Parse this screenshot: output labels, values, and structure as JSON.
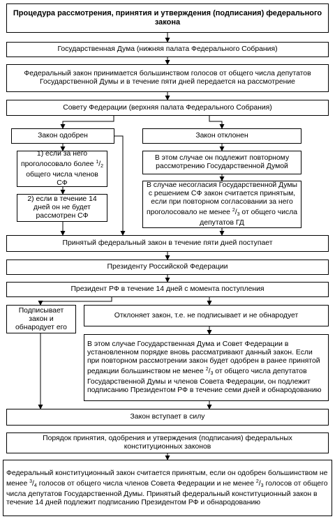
{
  "diagram": {
    "title": "Процедура рассмотрения, принятия и утверждения (подписания) федерального закона",
    "duma": "Государственная Дума (нижняя палата Федерального Собрания)",
    "duma_vote": "Федеральный закон принимается большинством голосов от общего числа депутатов Государственной Думы и в течение пяти дней передается на рассмотрение",
    "federation_council": "Совету Федерации (верхняя палата Федерального Собрания)",
    "approved": "Закон одобрен",
    "rejected": "Закон отклонен",
    "approved_cond1": {
      "a": "1) если за него проголосовало более ",
      "num": "1",
      "den": "2",
      "b": " общего числа членов СФ"
    },
    "approved_cond2": "2) если в течение 14 дней он не будет рассмотрен СФ",
    "rejected_repeat": "В этом случае он подлежит повторному рассмотрению Государственной Думой",
    "rejected_override": {
      "a": "В случае несогласия Государственной Думы с решением СФ закон считается принятым, если при повторном согласовании за него проголосовало не менее ",
      "num": "2",
      "den": "3",
      "b": " от общего числа депутатов ГД"
    },
    "adopted_sent": "Принятый федеральный закон в течение пяти дней поступает",
    "president": "Президенту Российской Федерации",
    "president_14": "Президент РФ в течение 14 дней с момента поступления",
    "signs": "Подписывает закон и обнародует его",
    "vetoes": "Отклоняет закон, т.е. не подписывает и не обнародует",
    "veto_override": {
      "a": "В этом случае Государственная Дума и Совет Федерации в установленном порядке вновь рассматривают данный закон. Если при повторном рассмотрении закон будет одобрен в ранее принятой редакции большинством не менее ",
      "num": "2",
      "den": "3",
      "b": " от общего числа депутатов Государственной Думы и членов Совета Федерации, он подлежит подписанию Президентом РФ в течение семи дней и обнародованию"
    },
    "in_force": "Закон вступает в силу",
    "const_title": "Порядок принятия, одобрения и утверждения (подписания) федеральных конституционных законов",
    "const_text": {
      "a": "Федеральный конституционный закон считается принятым, если он одобрен большинством не менее ",
      "num1": "3",
      "den1": "4",
      "b": " голосов от общего числа членов Совета Федерации и не менее ",
      "num2": "2",
      "den2": "3",
      "c": " голосов от общего числа депутатов Государственной Думы. Принятый федеральный конституционный закон в течение 14 дней подлежит подписанию Президентом РФ и обнародованию"
    }
  }
}
